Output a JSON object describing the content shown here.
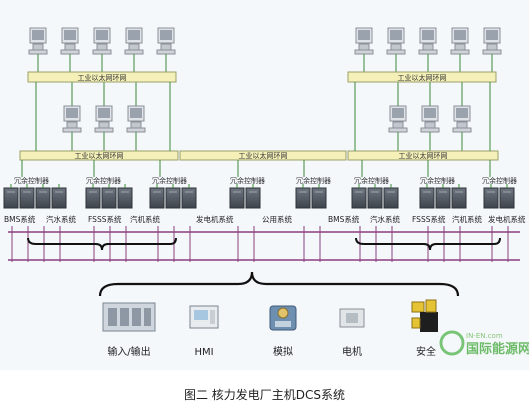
{
  "network": {
    "ethernet_label": "工业以太网环网"
  },
  "controller_label": "冗余控制器",
  "systems": {
    "left": [
      "BMS系统",
      "汽水系统",
      "FSSS系统",
      "汽机系统"
    ],
    "middle": [
      "发电机系统",
      "公用系统"
    ],
    "right": [
      "BMS系统",
      "汽水系统",
      "FSSS系统",
      "汽机系统",
      "发电机系统"
    ]
  },
  "io_types": [
    {
      "label": "输入/输出",
      "icon": "io-rack-icon"
    },
    {
      "label": "HMI",
      "icon": "hmi-panel-icon"
    },
    {
      "label": "模拟",
      "icon": "analog-device-icon"
    },
    {
      "label": "电机",
      "icon": "motor-icon"
    },
    {
      "label": "安全",
      "icon": "safety-valve-icon"
    }
  ],
  "watermark": {
    "small": "IN-EN.com",
    "large": "国际能源网"
  },
  "caption": "图二 核力发电厂主机DCS系统",
  "colors": {
    "ring_fill": "#f4f0b8",
    "ring_border": "#9aa06a",
    "line_green": "#3a8a3a",
    "bus_purple": "#8a3f7e",
    "computer_gray": "#b9bec4"
  }
}
